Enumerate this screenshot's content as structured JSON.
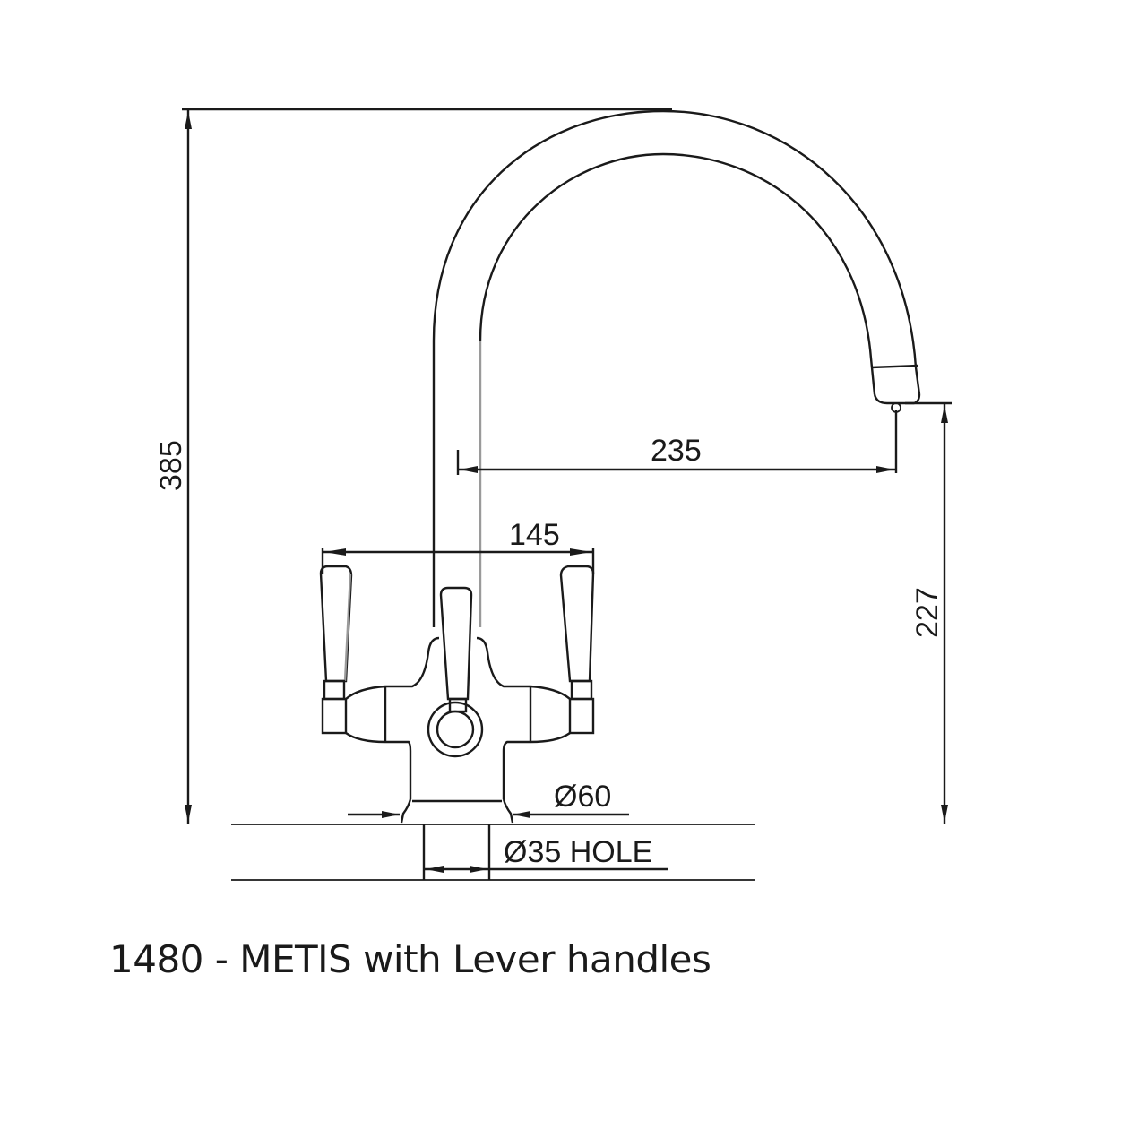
{
  "diagram": {
    "type": "technical-drawing",
    "subject": "kitchen mixer tap, side elevation",
    "caption": "1480 - METIS with Lever handles",
    "units": "mm",
    "dimensions": {
      "overall_height": {
        "label": "385",
        "orientation": "vertical"
      },
      "spout_outlet_height": {
        "label": "227",
        "orientation": "vertical"
      },
      "spout_reach": {
        "label": "235",
        "orientation": "horizontal"
      },
      "handle_span": {
        "label": "145",
        "orientation": "horizontal"
      },
      "base_diameter": {
        "label": "Ø60",
        "symbol": "Ø",
        "value": "60"
      },
      "mounting_hole": {
        "label": "Ø35 HOLE",
        "symbol": "Ø",
        "value": "35 HOLE"
      }
    },
    "components": [
      "swan-neck spout",
      "spout aerator",
      "left lever handle",
      "right lever handle",
      "centre body",
      "base collar",
      "mounting shank",
      "worktop"
    ],
    "colors": {
      "line": "#1a1a1a",
      "background": "#ffffff"
    }
  }
}
